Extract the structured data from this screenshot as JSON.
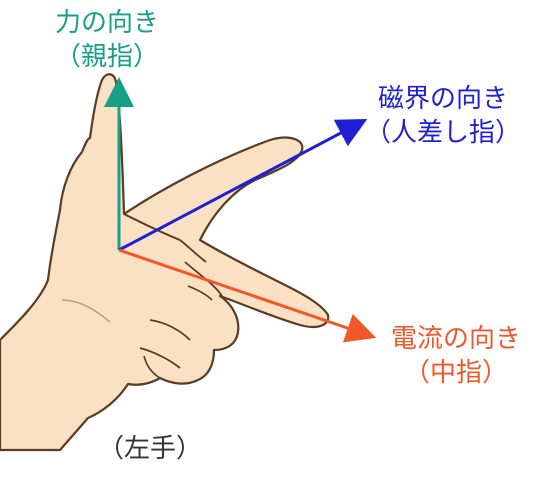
{
  "labels": {
    "force": {
      "title": "力の向き",
      "finger": "（親指）"
    },
    "magnetic": {
      "title": "磁界の向き",
      "finger": "（人差し指）"
    },
    "current": {
      "title": "電流の向き",
      "finger": "（中指）"
    },
    "hand": "（左手）"
  },
  "colors": {
    "force": "#16a085",
    "magnetic": "#1f1fd6",
    "current": "#f0582a",
    "skin": "#fbe1c4",
    "outline": "#5a3b24"
  },
  "icons": [
    "left-hand-illustration",
    "force-arrow",
    "magnetic-field-arrow",
    "current-arrow"
  ]
}
